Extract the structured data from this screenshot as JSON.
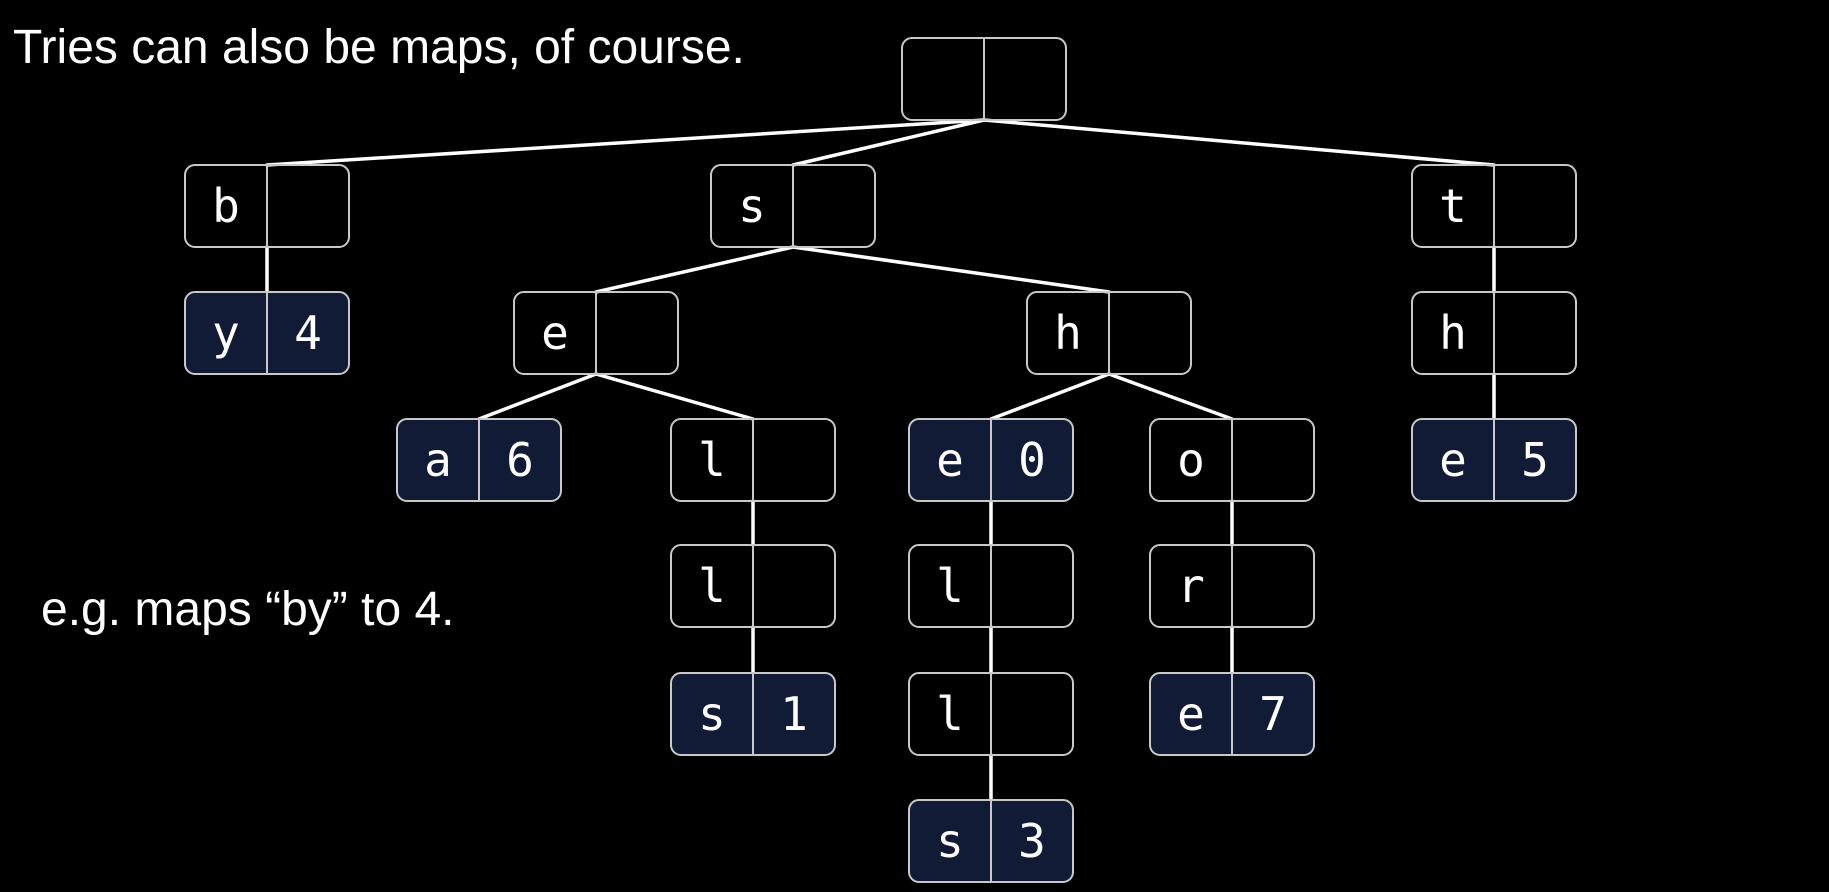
{
  "slide": {
    "title": "Tries can also be maps, of course.",
    "example": "e.g. maps “by” to 4."
  },
  "colors": {
    "background": "#000000",
    "edge": "#ffffff",
    "node_border": "#c8c8c8",
    "value_node_fill": "#111b36",
    "text": "#ffffff"
  },
  "trie": {
    "root": {
      "key": "",
      "value": "",
      "children": [
        {
          "key": "b",
          "value": "",
          "children": [
            {
              "key": "y",
              "value": "4",
              "children": []
            }
          ]
        },
        {
          "key": "s",
          "value": "",
          "children": [
            {
              "key": "e",
              "value": "",
              "children": [
                {
                  "key": "a",
                  "value": "6",
                  "children": []
                },
                {
                  "key": "l",
                  "value": "",
                  "children": [
                    {
                      "key": "l",
                      "value": "",
                      "children": [
                        {
                          "key": "s",
                          "value": "1",
                          "children": []
                        }
                      ]
                    }
                  ]
                }
              ]
            },
            {
              "key": "h",
              "value": "",
              "children": [
                {
                  "key": "e",
                  "value": "0",
                  "children": [
                    {
                      "key": "l",
                      "value": "",
                      "children": [
                        {
                          "key": "l",
                          "value": "",
                          "children": [
                            {
                              "key": "s",
                              "value": "3",
                              "children": []
                            }
                          ]
                        }
                      ]
                    }
                  ]
                },
                {
                  "key": "o",
                  "value": "",
                  "children": [
                    {
                      "key": "r",
                      "value": "",
                      "children": [
                        {
                          "key": "e",
                          "value": "7",
                          "children": []
                        }
                      ]
                    }
                  ]
                }
              ]
            }
          ]
        },
        {
          "key": "t",
          "value": "",
          "children": [
            {
              "key": "h",
              "value": "",
              "children": [
                {
                  "key": "e",
                  "value": "5",
                  "children": []
                }
              ]
            }
          ]
        }
      ]
    }
  }
}
